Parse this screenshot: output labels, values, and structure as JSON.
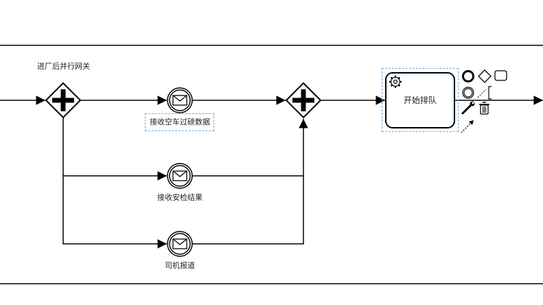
{
  "diagram": {
    "gateway_split_label": "进厂后并行网关",
    "events": {
      "receive_empty_weigh": "接收空车过磅数据",
      "receive_inspection": "接收安检结果",
      "driver_report": "司机报道"
    },
    "task_start_queue": "开始排队"
  },
  "colors": {
    "stroke": "#000000",
    "selection": "#6fa8dc",
    "background": "#ffffff"
  },
  "icons": {
    "split_gateway": "parallel-gateway-icon",
    "join_gateway": "parallel-gateway-icon",
    "message_event": "envelope-icon",
    "service_task": "gear-icon",
    "palette": [
      "end-event-icon",
      "gateway-icon",
      "task-icon",
      "intermediate-event-icon",
      "text-annotation-icon",
      "wrench-icon",
      "trash-icon",
      "connect-arrow-icon"
    ]
  }
}
